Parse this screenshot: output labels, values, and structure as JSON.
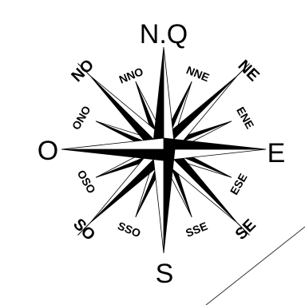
{
  "compass": {
    "cardinals": [
      {
        "key": "n",
        "label": "N.Q"
      },
      {
        "key": "e",
        "label": "E"
      },
      {
        "key": "s",
        "label": "S"
      },
      {
        "key": "w",
        "label": "O"
      }
    ],
    "intercardinals": [
      {
        "key": "ne",
        "label": "NE"
      },
      {
        "key": "se",
        "label": "SE"
      },
      {
        "key": "sw",
        "label": "SO"
      },
      {
        "key": "nw",
        "label": "NO"
      }
    ],
    "secondary": [
      {
        "key": "nne",
        "label": "NNE"
      },
      {
        "key": "ene",
        "label": "ENE"
      },
      {
        "key": "ese",
        "label": "ESE"
      },
      {
        "key": "sse",
        "label": "SSE"
      },
      {
        "key": "sso",
        "label": "SSO"
      },
      {
        "key": "oso",
        "label": "OSO"
      },
      {
        "key": "ono",
        "label": "ONO"
      },
      {
        "key": "nno",
        "label": "NNO"
      }
    ],
    "colors": {
      "ink": "#000000",
      "paper": "#ffffff",
      "frame_line": "#333333"
    }
  }
}
